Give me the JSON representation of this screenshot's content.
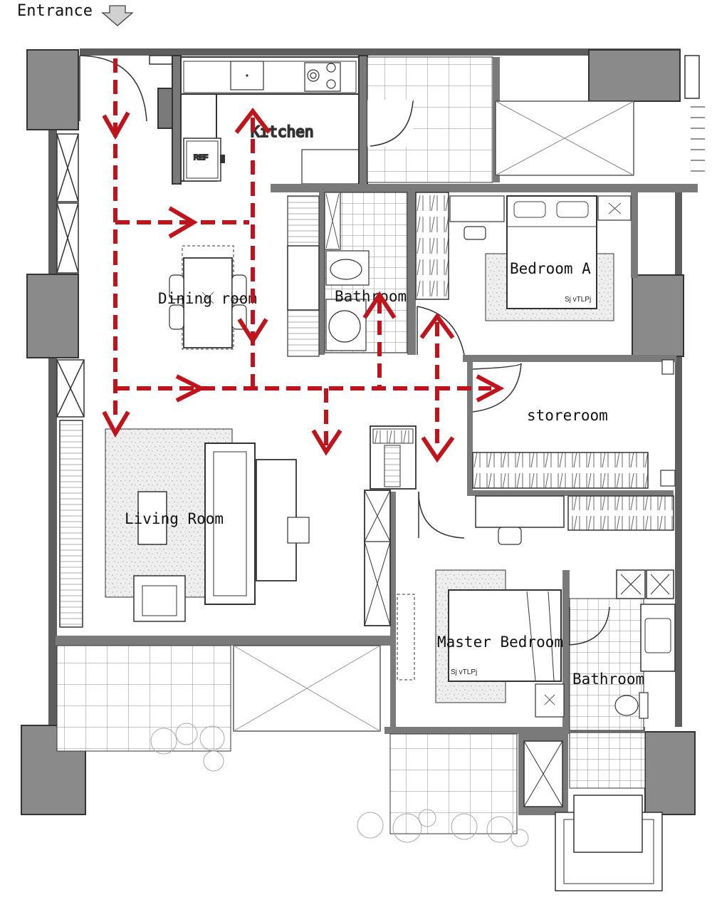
{
  "entrance": {
    "label": "Entrance",
    "icon": "down-arrow-icon"
  },
  "rooms": {
    "kitchen": "Kitchen",
    "dining": "Dining room",
    "bathroom_1": "Bathroom",
    "bedroom_a": "Bedroom A",
    "storeroom": "storeroom",
    "living": "Living Room",
    "master": "Master Bedroom",
    "bathroom_2": "Bathroom"
  },
  "fixtures": {
    "fridge": "REF",
    "bed_tag_a": "Sj vTLPj",
    "bed_tag_master": "Sj vTLPj"
  },
  "colors": {
    "path": "#c0141c",
    "wall": "#5e5e5e",
    "pillar": "#8a8a8a",
    "line": "#2b2b2b",
    "rug": "#e9e9e9",
    "tile": "#9a9a9a"
  }
}
